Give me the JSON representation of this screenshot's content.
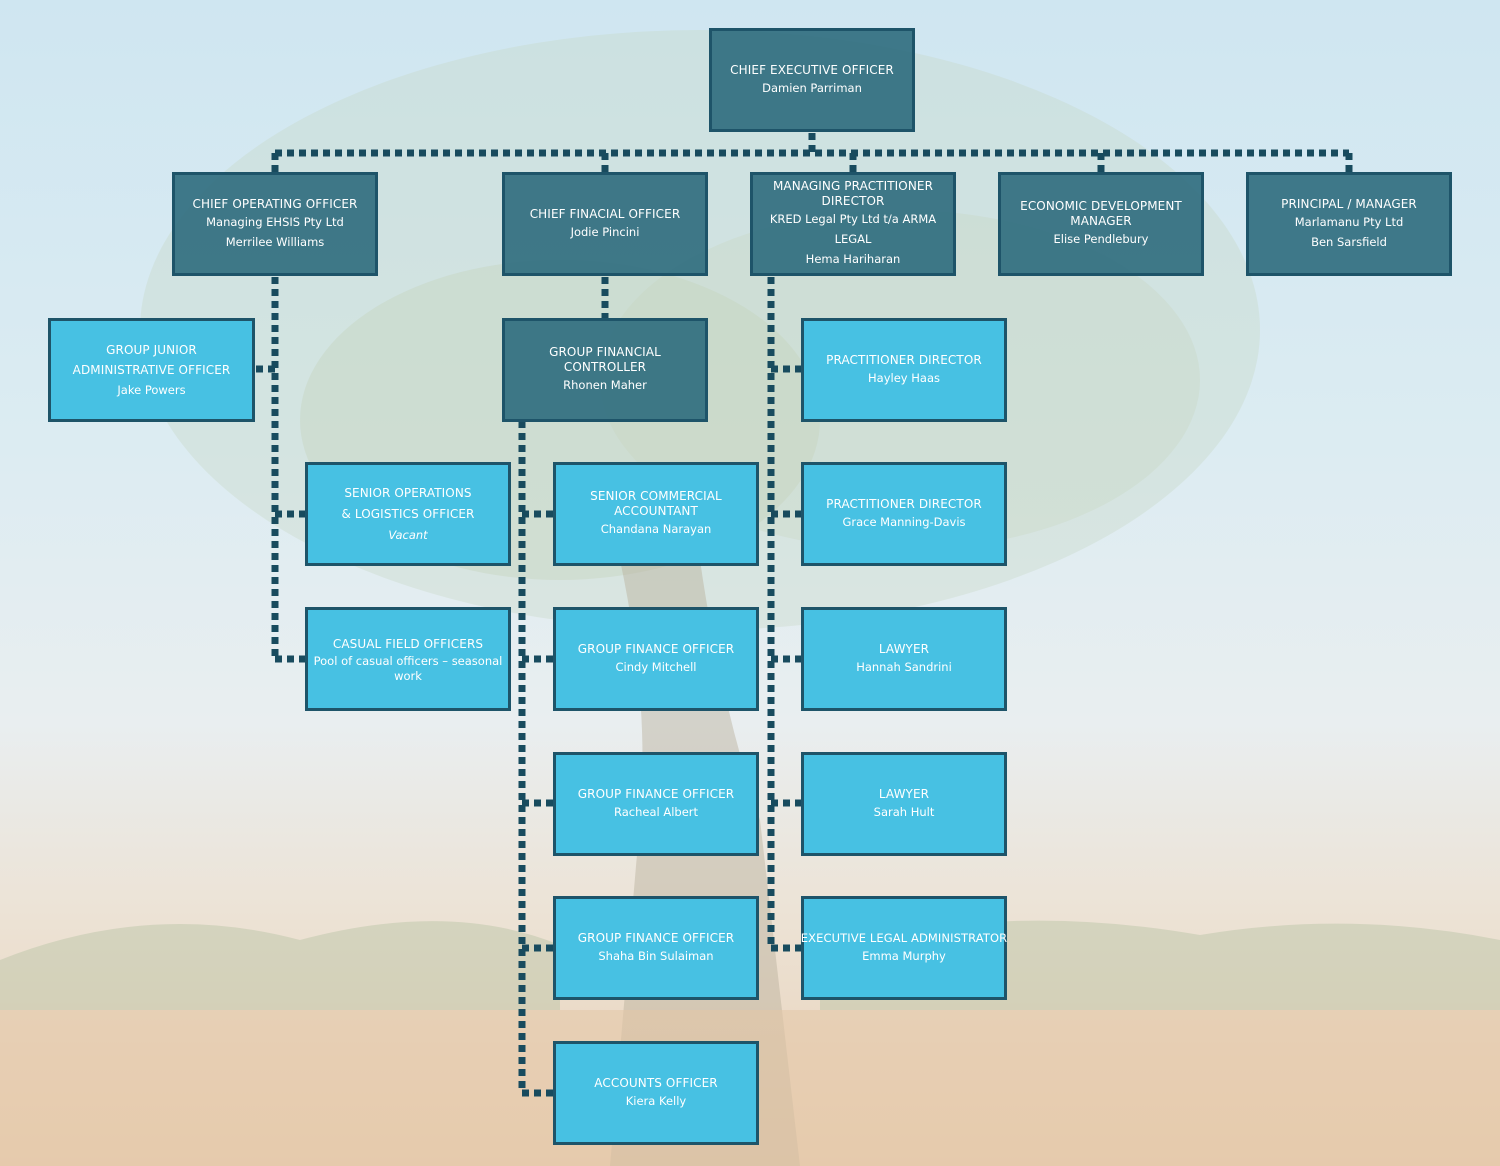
{
  "chart": {
    "ceo": {
      "title": "CHIEF EXECUTIVE OFFICER",
      "lines": [
        "Damien Parriman"
      ]
    },
    "coo": {
      "title": "CHIEF OPERATING OFFICER",
      "lines": [
        "Managing EHSIS Pty Ltd",
        "Merrilee Williams"
      ]
    },
    "cfo": {
      "title": "CHIEF FINACIAL OFFICER",
      "lines": [
        "Jodie Pincini"
      ]
    },
    "mpd": {
      "title": "MANAGING PRACTITIONER DIRECTOR",
      "lines": [
        "KRED Legal Pty Ltd t/a ARMA LEGAL",
        "Hema Hariharan"
      ]
    },
    "edm": {
      "title": "ECONOMIC DEVELOPMENT MANAGER",
      "lines": [
        "Elise Pendlebury"
      ]
    },
    "pm": {
      "title": "PRINCIPAL / MANAGER",
      "lines": [
        "Marlamanu Pty Ltd",
        "Ben Sarsfield"
      ]
    },
    "gjao": {
      "title": "GROUP JUNIOR ADMINISTRATIVE OFFICER",
      "lines": [
        "Jake Powers"
      ]
    },
    "solo": {
      "title": "SENIOR OPERATIONS & LOGISTICS OFFICER",
      "lines": [
        "Vacant"
      ]
    },
    "cfof": {
      "title": "CASUAL FIELD OFFICERS",
      "lines": [
        "Pool of casual officers – seasonal work"
      ]
    },
    "gfc": {
      "title": "GROUP FINANCIAL CONTROLLER",
      "lines": [
        "Rhonen Maher"
      ]
    },
    "sca": {
      "title": "SENIOR COMMERCIAL ACCOUNTANT",
      "lines": [
        "Chandana Narayan"
      ]
    },
    "gfo1": {
      "title": "GROUP FINANCE OFFICER",
      "lines": [
        "Cindy Mitchell"
      ]
    },
    "gfo2": {
      "title": "GROUP FINANCE OFFICER",
      "lines": [
        "Racheal Albert"
      ]
    },
    "gfo3": {
      "title": "GROUP FINANCE OFFICER",
      "lines": [
        "Shaha Bin Sulaiman"
      ]
    },
    "ao": {
      "title": "ACCOUNTS OFFICER",
      "lines": [
        "Kiera Kelly"
      ]
    },
    "pd1": {
      "title": "PRACTITIONER DIRECTOR",
      "lines": [
        "Hayley Haas"
      ]
    },
    "pd2": {
      "title": "PRACTITIONER DIRECTOR",
      "lines": [
        "Grace Manning-Davis"
      ]
    },
    "law1": {
      "title": "LAWYER",
      "lines": [
        "Hannah Sandrini"
      ]
    },
    "law2": {
      "title": "LAWYER",
      "lines": [
        "Sarah Hult"
      ]
    },
    "ela": {
      "title": "EXECUTIVE LEGAL ADMINISTRATOR",
      "lines": [
        "Emma Murphy"
      ]
    }
  },
  "colors": {
    "dark_box": "#2e6b7d",
    "light_box": "#47c1e3",
    "connector": "#184b5e"
  }
}
